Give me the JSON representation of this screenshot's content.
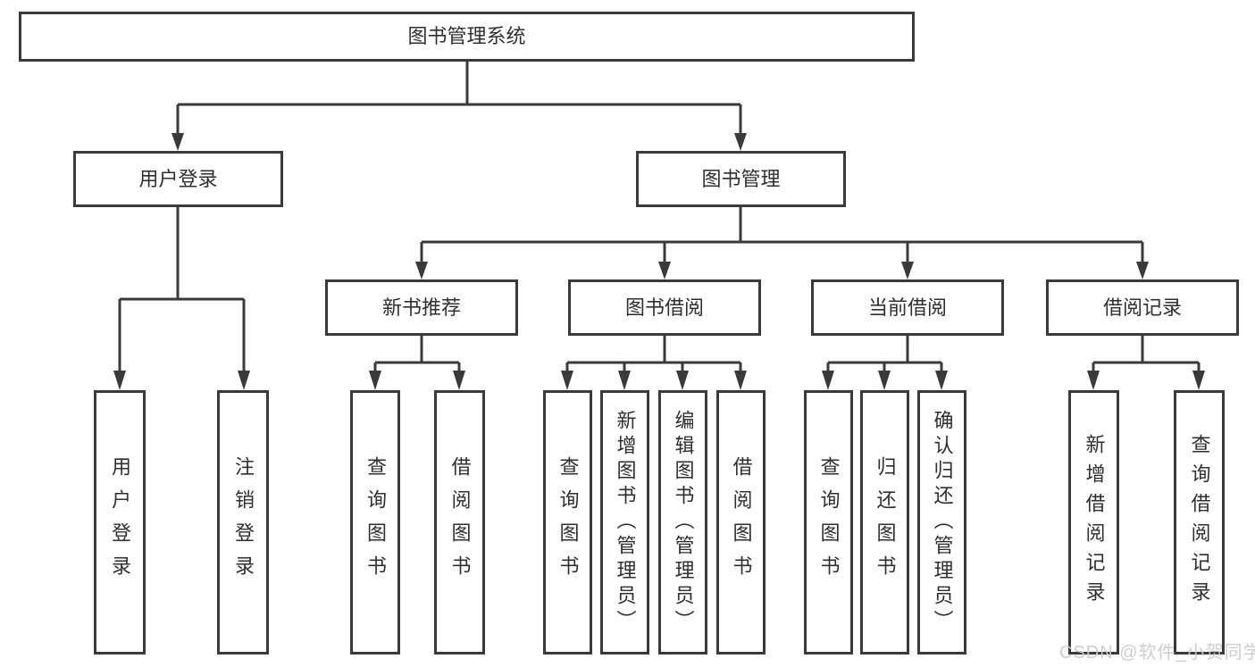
{
  "colors": {
    "border": "#3a3a3a",
    "line": "#3a3a3a",
    "text": "#2f2f2f",
    "background": "#ffffff",
    "watermark": "#c9c9c9"
  },
  "diagram": {
    "root": {
      "label": "图书管理系统"
    },
    "level2": [
      {
        "label": "用户登录"
      },
      {
        "label": "图书管理"
      }
    ],
    "level3": [
      {
        "label": "新书推荐"
      },
      {
        "label": "图书借阅"
      },
      {
        "label": "当前借阅"
      },
      {
        "label": "借阅记录"
      }
    ],
    "leaves": [
      {
        "label": "用户登录"
      },
      {
        "label": "注销登录"
      },
      {
        "label": "查询图书"
      },
      {
        "label": "借阅图书"
      },
      {
        "label": "查询图书"
      },
      {
        "label": "新增图书（管理员）"
      },
      {
        "label": "编辑图书（管理员）"
      },
      {
        "label": "借阅图书"
      },
      {
        "label": "查询图书"
      },
      {
        "label": "归还图书"
      },
      {
        "label": "确认归还（管理员）"
      },
      {
        "label": "新增借阅记录"
      },
      {
        "label": "查询借阅记录"
      }
    ],
    "watermark": "CSDN @软件_小贺同学"
  }
}
